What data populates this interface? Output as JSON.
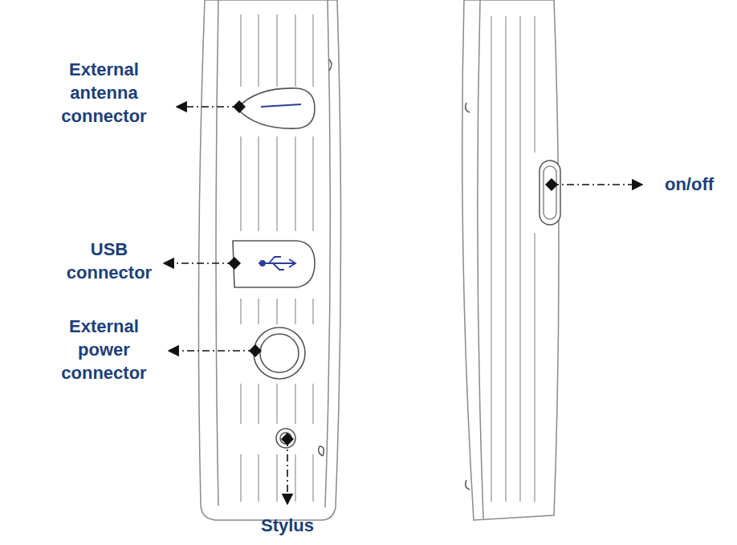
{
  "diagram": {
    "labels": [
      "External antenna connector",
      "USB connector",
      "External power connector",
      "Stylus",
      "on/off"
    ]
  }
}
